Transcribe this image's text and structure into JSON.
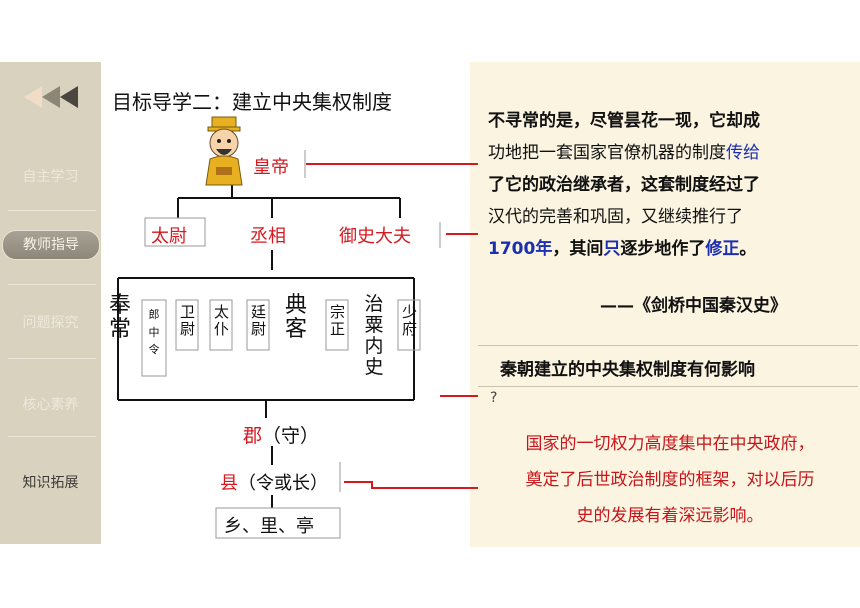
{
  "sidebar": {
    "items": [
      {
        "label": "自主学习"
      },
      {
        "label": "教师指导"
      },
      {
        "label": "问题探究"
      },
      {
        "label": "核心素养"
      },
      {
        "label": "知识拓展"
      }
    ],
    "back_icon": "triple-left-arrow-icon"
  },
  "heading": "目标导学二：建立中央集权制度",
  "chart": {
    "emperor": "皇帝",
    "ministers": [
      "太尉",
      "丞相",
      "御史大夫"
    ],
    "officials": [
      "奉常",
      "郎中令",
      "卫尉",
      "太仆",
      "廷尉",
      "典客",
      "宗正",
      "治粟内史",
      "少府"
    ],
    "commandery": "郡",
    "commandery_paren": "（守）",
    "county": "县",
    "county_paren": "（令或长）",
    "local": "乡、里、亭"
  },
  "quote": {
    "part1": "不寻常的是，尽管昙花一现，它却成",
    "part2": "功地把一套国家官僚机器的制度",
    "part2_blue": "传给",
    "part3": "了它的政治继承者，这套制度经过了",
    "part4": "汉代的完善和巩固，又继续推行了",
    "part5_blue1": "1700年",
    "part5_mid": "，其间",
    "part5_blue2": "只",
    "part5_mid2": "逐步地作了",
    "part5_blue3": "修正",
    "part5_end": "。",
    "source": "——《剑桥中国秦汉史》"
  },
  "question": {
    "text": "秦朝建立的中央集权制度有何影响",
    "mark": "?"
  },
  "answer": {
    "line1": "国家的一切权力高度集中在中央政府，",
    "line2": "奠定了后世政治制度的框架，对以后历",
    "line3": "史的发展有着深远影响。"
  },
  "colors": {
    "sidebar": "#d8d2bf",
    "panel": "#fbf4e1",
    "red": "#d6191f",
    "blue": "#1c2fb0"
  }
}
